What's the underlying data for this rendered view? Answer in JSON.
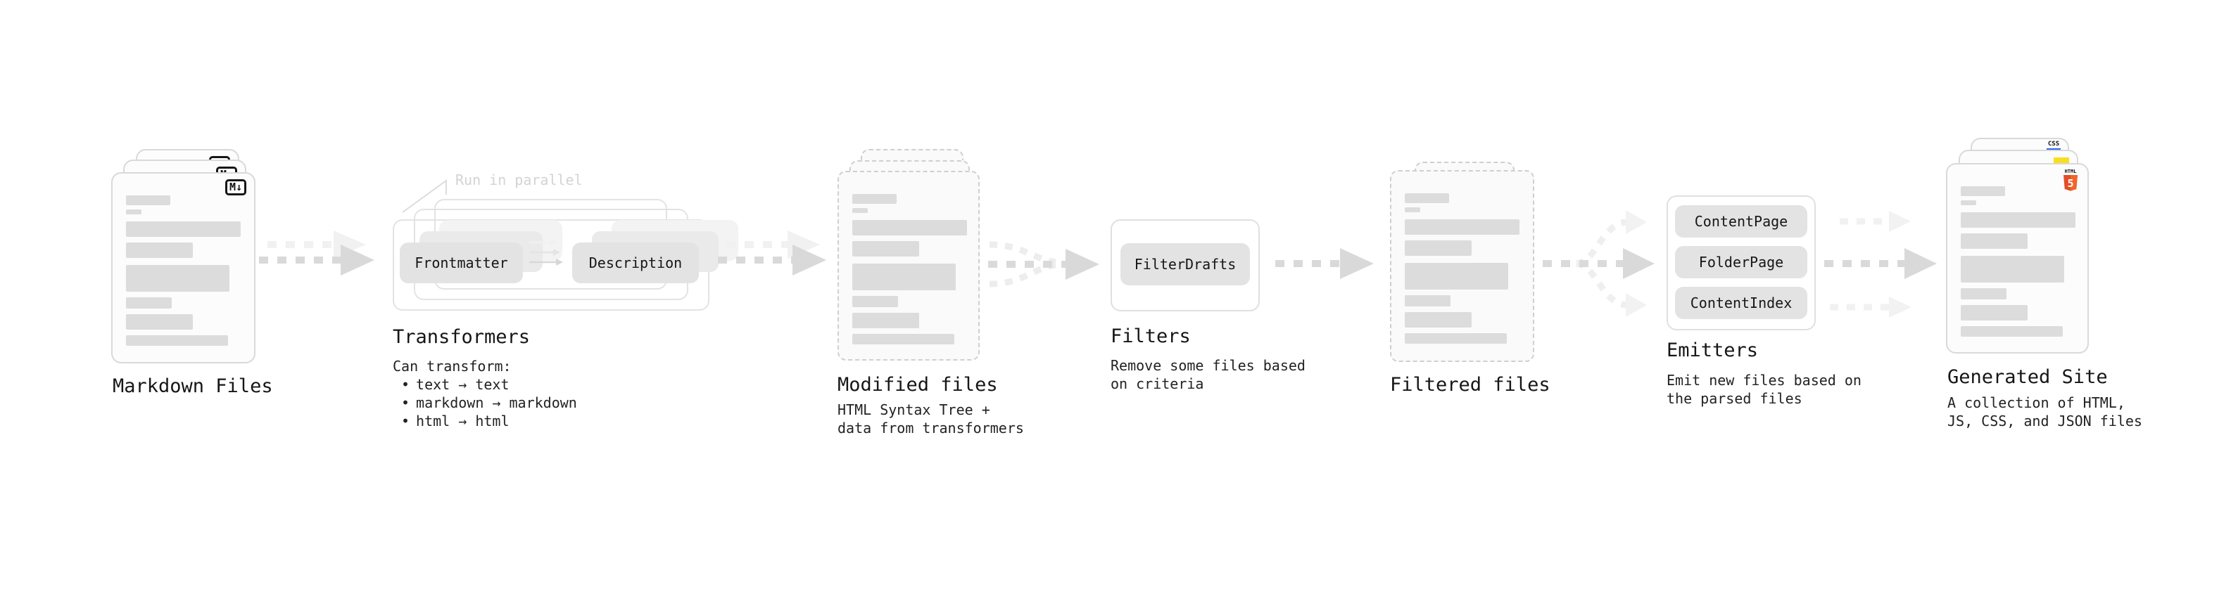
{
  "diagram": {
    "annotation": "Run in parallel",
    "bullet_char": "•",
    "markdown": {
      "title": "Markdown Files",
      "badge": "M↓"
    },
    "transformers": {
      "title": "Transformers",
      "pill_left": "Frontmatter",
      "pill_right": "Description",
      "body": "Can transform:",
      "bullets": [
        "text → text",
        "markdown → markdown",
        "html → html"
      ]
    },
    "modified": {
      "title": "Modified files",
      "body": [
        "HTML Syntax Tree +",
        "data from transformers"
      ]
    },
    "filters": {
      "title": "Filters",
      "pill": "FilterDrafts",
      "body": [
        "Remove some files based",
        "on criteria"
      ]
    },
    "filtered": {
      "title": "Filtered files"
    },
    "emitters": {
      "title": "Emitters",
      "pills": [
        "ContentPage",
        "FolderPage",
        "ContentIndex"
      ],
      "body": [
        "Emit new files based on",
        "the parsed files"
      ]
    },
    "generated": {
      "title": "Generated Site",
      "body": [
        "A collection of HTML,",
        "JS, CSS, and JSON files"
      ],
      "css_badge": "CSS",
      "html_badge_label": "HTML",
      "html_badge_number": "5"
    },
    "colors": {
      "arrow_dark": "#d9d9d9",
      "arrow_light": "#f1f1f1",
      "pill_bg": "#e3e3e3",
      "doc_border": "#d9d9d9",
      "doc_bar": "#dcdcdc",
      "annotation_gray": "#d3d3d3",
      "js_yellow": "#f7df1e",
      "css_blue": "#2965f1",
      "html_orange": "#e44d26",
      "html_orange_light": "#f16529"
    }
  }
}
